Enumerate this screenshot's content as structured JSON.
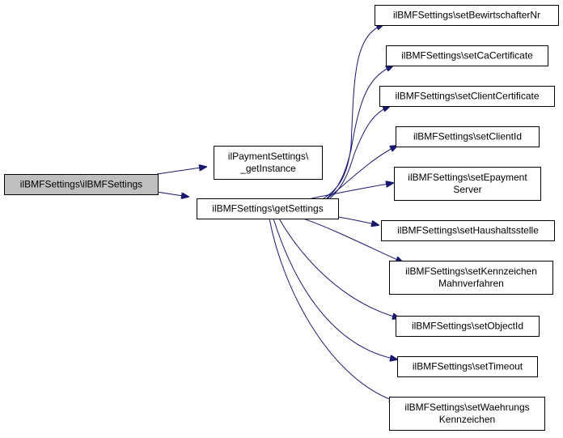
{
  "diagram": {
    "colors": {
      "edge": "#191970",
      "node_border": "#000000",
      "node_fill": "#ffffff",
      "root_fill": "#bfbfbf"
    },
    "nodes": [
      {
        "id": "root",
        "lines": [
          "ilBMFSettings\\ilBMFSettings"
        ],
        "highlight": true
      },
      {
        "id": "payment",
        "lines": [
          "ilPaymentSettings\\",
          "_getInstance"
        ]
      },
      {
        "id": "getsettings",
        "lines": [
          "ilBMFSettings\\getSettings"
        ]
      },
      {
        "id": "bewirtschafter",
        "lines": [
          "ilBMFSettings\\setBewirtschafterNr"
        ]
      },
      {
        "id": "cacert",
        "lines": [
          "ilBMFSettings\\setCaCertificate"
        ]
      },
      {
        "id": "clientcert",
        "lines": [
          "ilBMFSettings\\setClientCertificate"
        ]
      },
      {
        "id": "clientid",
        "lines": [
          "ilBMFSettings\\setClientId"
        ]
      },
      {
        "id": "epayment",
        "lines": [
          "ilBMFSettings\\setEpayment",
          "Server"
        ]
      },
      {
        "id": "haushalt",
        "lines": [
          "ilBMFSettings\\setHaushaltsstelle"
        ]
      },
      {
        "id": "kennzeichen",
        "lines": [
          "ilBMFSettings\\setKennzeichen",
          "Mahnverfahren"
        ]
      },
      {
        "id": "objectid",
        "lines": [
          "ilBMFSettings\\setObjectId"
        ]
      },
      {
        "id": "timeout",
        "lines": [
          "ilBMFSettings\\setTimeout"
        ]
      },
      {
        "id": "waehrung",
        "lines": [
          "ilBMFSettings\\setWaehrungs",
          "Kennzeichen"
        ]
      }
    ],
    "edges": [
      {
        "from": "root",
        "to": "payment"
      },
      {
        "from": "root",
        "to": "getsettings"
      },
      {
        "from": "getsettings",
        "to": "bewirtschafter"
      },
      {
        "from": "getsettings",
        "to": "cacert"
      },
      {
        "from": "getsettings",
        "to": "clientcert"
      },
      {
        "from": "getsettings",
        "to": "clientid"
      },
      {
        "from": "getsettings",
        "to": "epayment"
      },
      {
        "from": "getsettings",
        "to": "haushalt"
      },
      {
        "from": "getsettings",
        "to": "kennzeichen"
      },
      {
        "from": "getsettings",
        "to": "objectid"
      },
      {
        "from": "getsettings",
        "to": "timeout"
      },
      {
        "from": "getsettings",
        "to": "waehrung"
      }
    ]
  }
}
